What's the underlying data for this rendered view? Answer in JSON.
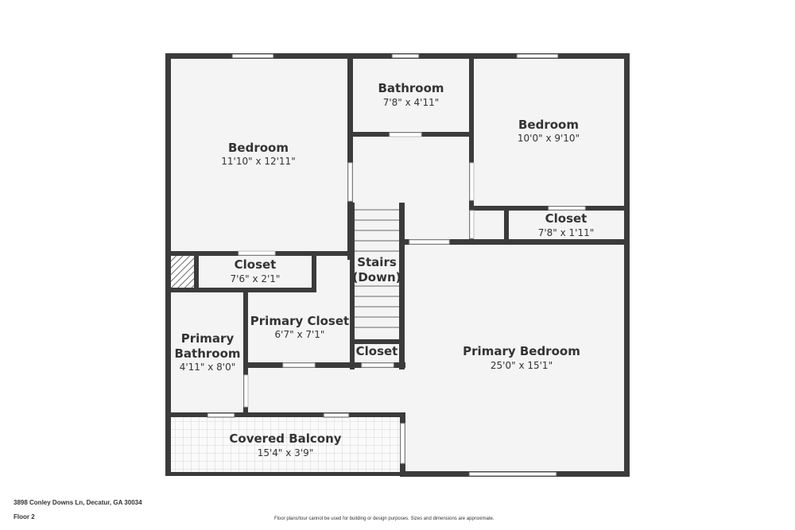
{
  "rooms": {
    "bedroom_left": {
      "name": "Bedroom",
      "dim": "11'10\" x 12'11\""
    },
    "bathroom": {
      "name": "Bathroom",
      "dim": "7'8\" x 4'11\""
    },
    "bedroom_right": {
      "name": "Bedroom",
      "dim": "10'0\" x 9'10\""
    },
    "closet_right": {
      "name": "Closet",
      "dim": "7'8\" x 1'11\""
    },
    "closet_left": {
      "name": "Closet",
      "dim": "7'6\" x 2'1\""
    },
    "stairs": {
      "name_line1": "Stairs",
      "name_line2": "(Down)"
    },
    "primary_closet": {
      "name": "Primary Closet",
      "dim": "6'7\" x 7'1\""
    },
    "small_closet": {
      "name": "Closet"
    },
    "primary_bathroom": {
      "name_line1": "Primary",
      "name_line2": "Bathroom",
      "dim": "4'11\" x 8'0\""
    },
    "primary_bedroom": {
      "name": "Primary Bedroom",
      "dim": "25'0\" x 15'1\""
    },
    "covered_balcony": {
      "name": "Covered Balcony",
      "dim": "15'4\" x 3'9\""
    }
  },
  "footer": {
    "address": "3898 Conley Downs Ln, Decatur, GA 30034",
    "floor_label": "Floor 2",
    "disclaimer": "Floor plans/tour cannot be used for building or design purposes. Sizes and dimensions are approximate."
  }
}
